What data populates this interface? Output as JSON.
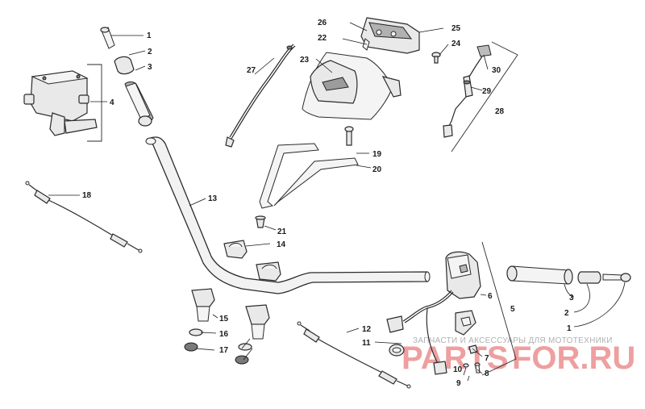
{
  "callouts": [
    "1",
    "2",
    "3",
    "4",
    "5",
    "6",
    "7",
    "8",
    "9",
    "10",
    "11",
    "12",
    "13",
    "14",
    "15",
    "16",
    "17",
    "18",
    "19",
    "20",
    "21",
    "22",
    "23",
    "24",
    "25",
    "26",
    "27",
    "28",
    "29",
    "30"
  ],
  "watermark": {
    "caption": "ЗАПЧАСТИ И АКСЕССУАРЫ ДЛЯ МОТОТЕХНИКИ",
    "brand_left": "PARTS",
    "brand_right": "FOR.RU"
  }
}
